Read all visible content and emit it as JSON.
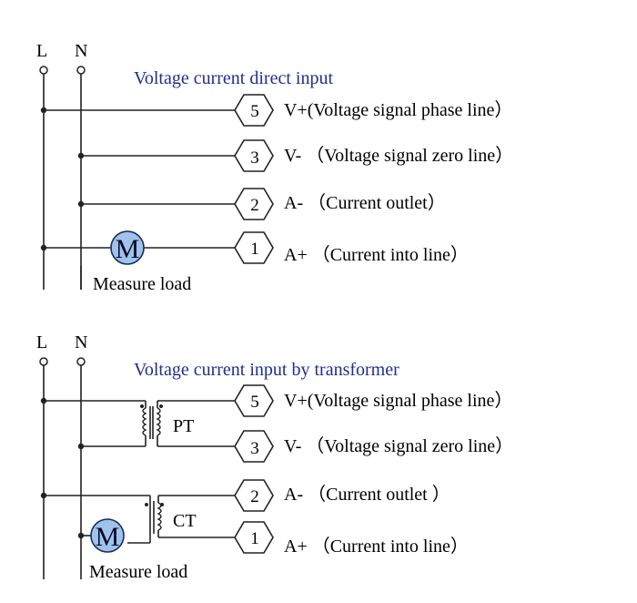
{
  "diagram1": {
    "line_label": "L",
    "neutral_label": "N",
    "title": "Voltage current direct input",
    "terminals": [
      {
        "num": "5",
        "label": "V+(Voltage signal phase line）"
      },
      {
        "num": "3",
        "label": "V- （Voltage signal zero line）"
      },
      {
        "num": "2",
        "label": "A- （Current outlet）"
      },
      {
        "num": "1",
        "label": "A+ （Current into line）"
      }
    ],
    "motor_symbol": "M",
    "load_label": "Measure load"
  },
  "diagram2": {
    "line_label": "L",
    "neutral_label": "N",
    "title": "Voltage current input by transformer",
    "terminals": [
      {
        "num": "5",
        "label": "V+(Voltage signal phase line）"
      },
      {
        "num": "3",
        "label": "V- （Voltage signal zero line）"
      },
      {
        "num": "2",
        "label": "A- （Current outlet ）"
      },
      {
        "num": "1",
        "label": "A+ （Current into line）"
      }
    ],
    "pt_label": "PT",
    "ct_label": "CT",
    "motor_symbol": "M",
    "load_label": "Measure load"
  },
  "colors": {
    "title_blue": "#1f2f8f",
    "motor_fill": "#9fc3ea",
    "wire": "#222222"
  }
}
